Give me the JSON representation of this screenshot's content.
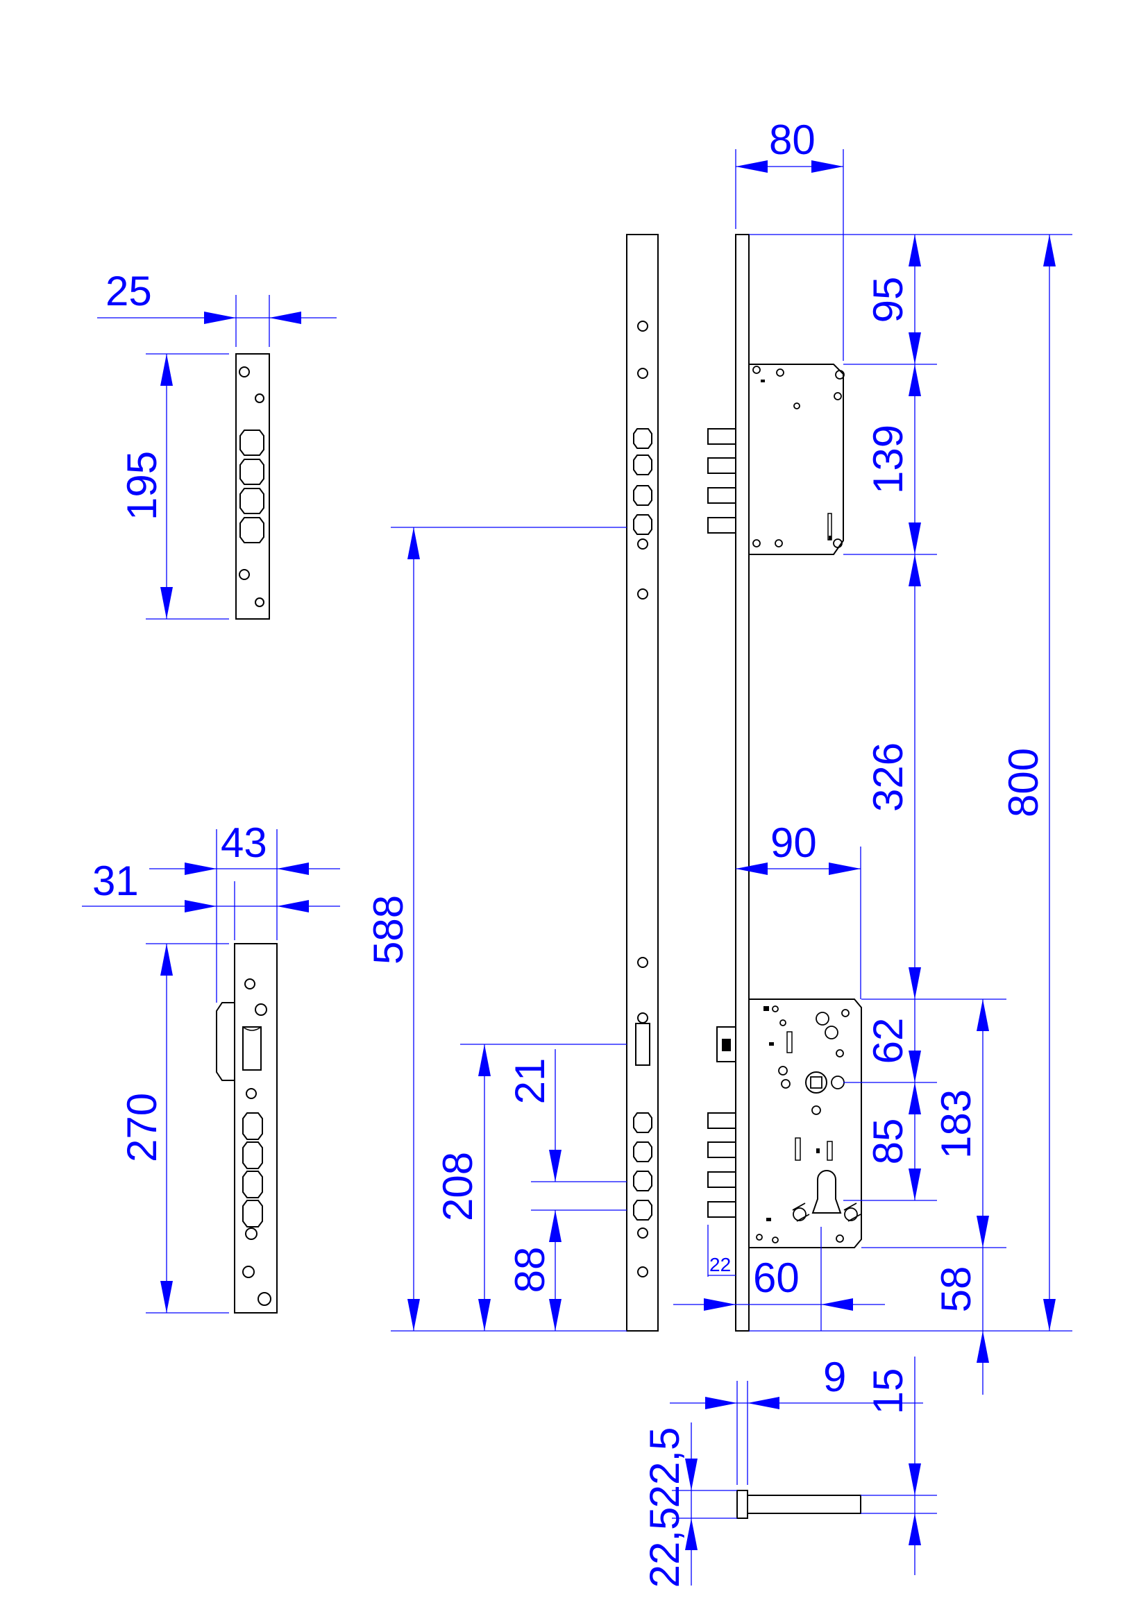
{
  "colors": {
    "dimension": "#0000ff",
    "outline": "#000000",
    "background": "#ffffff"
  },
  "dimensions": {
    "strike_top_width": "25",
    "strike_top_height": "195",
    "strike_bottom_offset": "31",
    "strike_bottom_width": "43",
    "strike_bottom_height": "270",
    "bar_588": "588",
    "bar_208": "208",
    "bar_21": "21",
    "bar_88": "88",
    "backset_top": "80",
    "top_offset_95": "95",
    "top_case_139": "139",
    "mid_gap_326": "326",
    "total_800": "800",
    "backset_main": "90",
    "main_62": "62",
    "main_85": "85",
    "main_183": "183",
    "main_58": "58",
    "main_60": "60",
    "main_22": "22",
    "faceplate_9": "9",
    "faceplate_15": "15",
    "pin_22_5_top": "22,5",
    "pin_22_5_bottom": "22,5"
  }
}
